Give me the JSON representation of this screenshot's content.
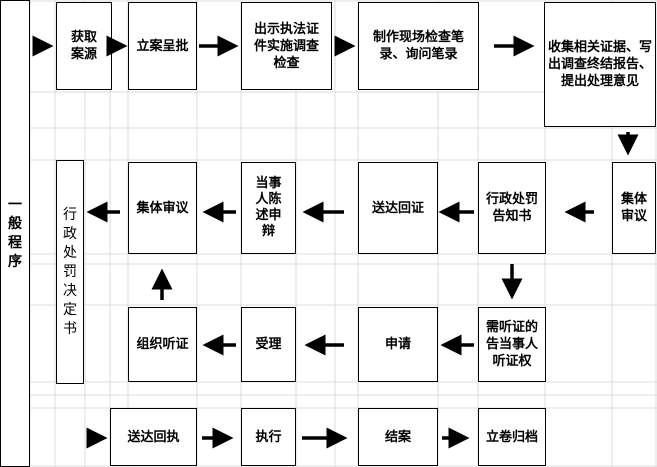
{
  "process_label": "一般程序",
  "nodes": {
    "source": "获取案源",
    "file_case": "立案呈批",
    "show_cert": "出示执法证件实施调查检查",
    "make_record": "制作现场检查笔录、询问笔录",
    "collect_evidence": "收集相关证据、写出调查终结报告、提出处理意见",
    "collective_review_1": "集体审议",
    "notice": "行政处罚告知书",
    "delivery_receipt": "送达回证",
    "party_defense": "当事人陈述申辩",
    "collective_review_2": "集体审议",
    "hearing_notice": "需听证的告当事人听证权",
    "application": "申请",
    "acceptance": "受理",
    "organize_hearing": "组织听证",
    "decision": "行政处罚决定书",
    "delivery_receipt_2": "送达回执",
    "execute": "执行",
    "close_case": "结案",
    "archive": "立卷归档"
  }
}
